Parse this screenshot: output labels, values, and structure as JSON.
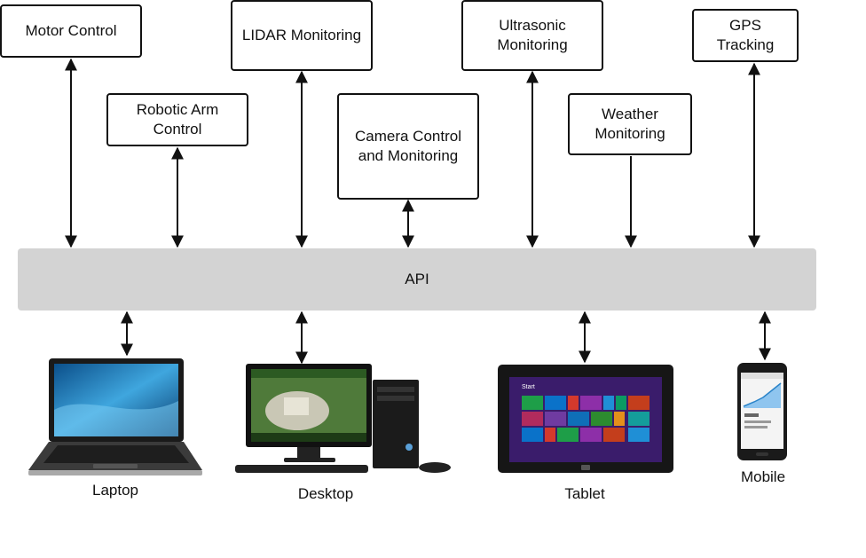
{
  "modules": [
    {
      "id": "motor",
      "label": "Motor Control",
      "connection": "bidirectional"
    },
    {
      "id": "robotic-arm",
      "label": "Robotic Arm\nControl",
      "connection": "bidirectional"
    },
    {
      "id": "lidar",
      "label": "LIDAR Monitoring",
      "connection": "bidirectional"
    },
    {
      "id": "camera",
      "label": "Camera Control\nand Monitoring",
      "connection": "bidirectional"
    },
    {
      "id": "ultrasonic",
      "label": "Ultrasonic\nMonitoring",
      "connection": "bidirectional"
    },
    {
      "id": "weather",
      "label": "Weather\nMonitoring",
      "connection": "to-api"
    },
    {
      "id": "gps",
      "label": "GPS\nTracking",
      "connection": "bidirectional"
    }
  ],
  "api": {
    "label": "API"
  },
  "devices": [
    {
      "id": "laptop",
      "label": "Laptop",
      "connection": "bidirectional"
    },
    {
      "id": "desktop",
      "label": "Desktop",
      "connection": "bidirectional"
    },
    {
      "id": "tablet",
      "label": "Tablet",
      "connection": "bidirectional"
    },
    {
      "id": "mobile",
      "label": "Mobile",
      "connection": "bidirectional"
    }
  ],
  "device_screens": {
    "tablet_start": "Start"
  },
  "colors": {
    "line": "#111111",
    "api_fill": "#d3d3d3",
    "box_border": "#111111"
  }
}
